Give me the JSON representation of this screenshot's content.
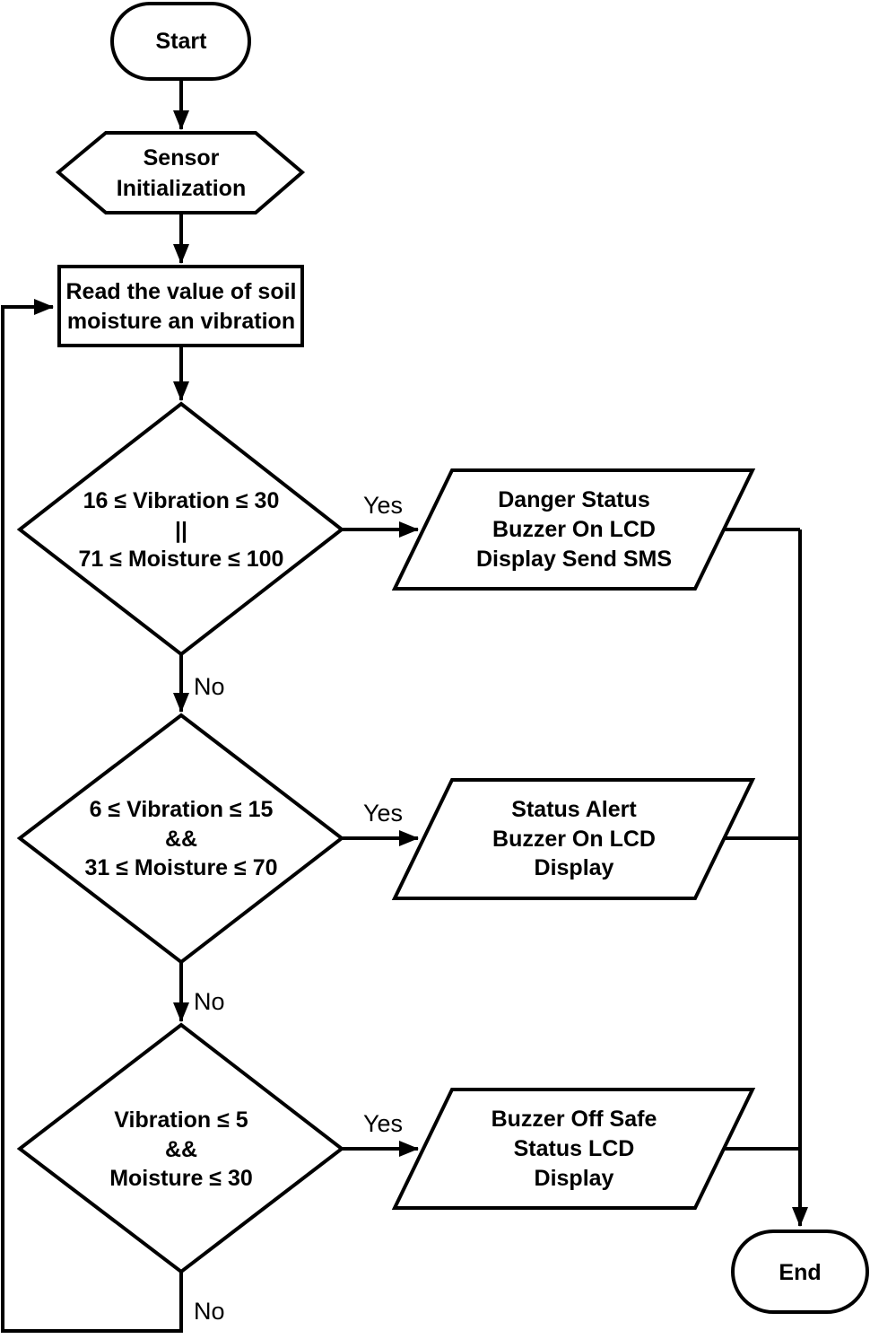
{
  "diagram": {
    "type": "flowchart",
    "colors": {
      "background": "#ffffff",
      "line": "#000000",
      "text": "#000000"
    },
    "nodes": {
      "start": {
        "shape": "stadium",
        "label": "Start"
      },
      "sensor_init": {
        "shape": "hexagon",
        "lines": [
          "Sensor",
          "Initialization"
        ]
      },
      "read_sensors": {
        "shape": "process-rectangle",
        "lines": [
          "Read the value of soil",
          "moisture an vibration"
        ]
      },
      "decision_danger": {
        "shape": "diamond",
        "lines": [
          "16 ≤  Vibration ≤ 30",
          "||",
          "71 ≤ Moisture ≤ 100"
        ]
      },
      "output_danger": {
        "shape": "parallelogram",
        "lines": [
          "Danger Status",
          "Buzzer On LCD",
          "Display Send SMS"
        ]
      },
      "decision_alert": {
        "shape": "diamond",
        "lines": [
          "6 ≤  Vibration ≤ 15",
          "&&",
          "31 ≤ Moisture ≤ 70"
        ]
      },
      "output_alert": {
        "shape": "parallelogram",
        "lines": [
          "Status Alert",
          "Buzzer On LCD",
          "Display"
        ]
      },
      "decision_safe": {
        "shape": "diamond",
        "lines": [
          "Vibration ≤ 5",
          "&&",
          "Moisture ≤ 30"
        ]
      },
      "output_safe": {
        "shape": "parallelogram",
        "lines": [
          "Buzzer Off Safe",
          "Status LCD",
          "Display"
        ]
      },
      "end": {
        "shape": "stadium",
        "label": "End"
      }
    },
    "edge_labels": {
      "danger_yes": "Yes",
      "danger_no": "No",
      "alert_yes": "Yes",
      "alert_no": "No",
      "safe_yes": "Yes",
      "safe_no": "No"
    }
  }
}
